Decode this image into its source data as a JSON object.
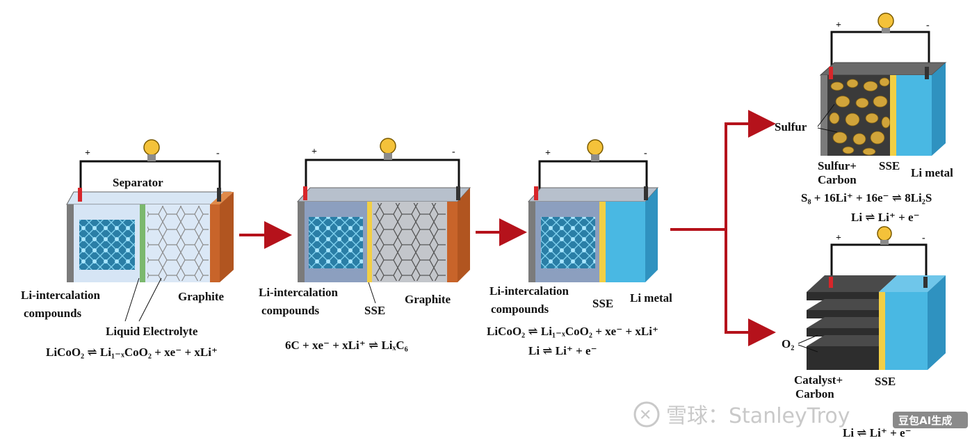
{
  "cells": {
    "cell1": {
      "labels": {
        "separator": "Separator",
        "cathode_line1": "Li-intercalation",
        "cathode_line2": "compounds",
        "anode": "Graphite",
        "electrolyte": "Liquid Electrolyte"
      },
      "equations": [
        "LiCoO₂ ⇌ Li₁₋ₓCoO₂ + xe⁻ + xLi⁺"
      ]
    },
    "cell2": {
      "labels": {
        "cathode_line1": "Li-intercalation",
        "cathode_line2": "compounds",
        "electrolyte": "SSE",
        "anode": "Graphite"
      },
      "equations": [
        "6C + xe⁻ + xLi⁺ ⇌ LiₓC₆"
      ]
    },
    "cell3": {
      "labels": {
        "cathode_line1": "Li-intercalation",
        "cathode_line2": "compounds",
        "electrolyte": "SSE",
        "anode": "Li metal"
      },
      "equations": [
        "LiCoO₂ ⇌ Li₁₋ₓCoO₂ + xe⁻ + xLi⁺",
        "Li ⇌ Li⁺ + e⁻"
      ]
    },
    "cell4": {
      "labels": {
        "side": "Sulfur",
        "cathode_line1": "Sulfur+",
        "cathode_line2": "Carbon",
        "electrolyte": "SSE",
        "anode": "Li metal"
      },
      "equations": [
        "S₈ + 16Li⁺ + 16e⁻ ⇌ 8Li₂S",
        "Li ⇌ Li⁺ + e⁻"
      ]
    },
    "cell5": {
      "labels": {
        "side": "O₂",
        "cathode_line1": "Catalyst+",
        "cathode_line2": "Carbon",
        "electrolyte": "SSE"
      },
      "equations": [
        "Li ⇌ Li⁺ + e⁻"
      ]
    }
  },
  "terminals": {
    "positive": "+",
    "negative": "-"
  },
  "watermark": {
    "main": "雪球：StanleyTroy",
    "badge": "豆包AI生成"
  },
  "colors": {
    "arrow": "#b5121b",
    "cathode_blue": "#2a7ea6",
    "sse_yellow": "#f2cf45",
    "graphite_copper": "#c8642a",
    "li_metal": "#49b8e3",
    "sulfur": "#d1a43a",
    "o2_plates": "#2d2d2d"
  }
}
